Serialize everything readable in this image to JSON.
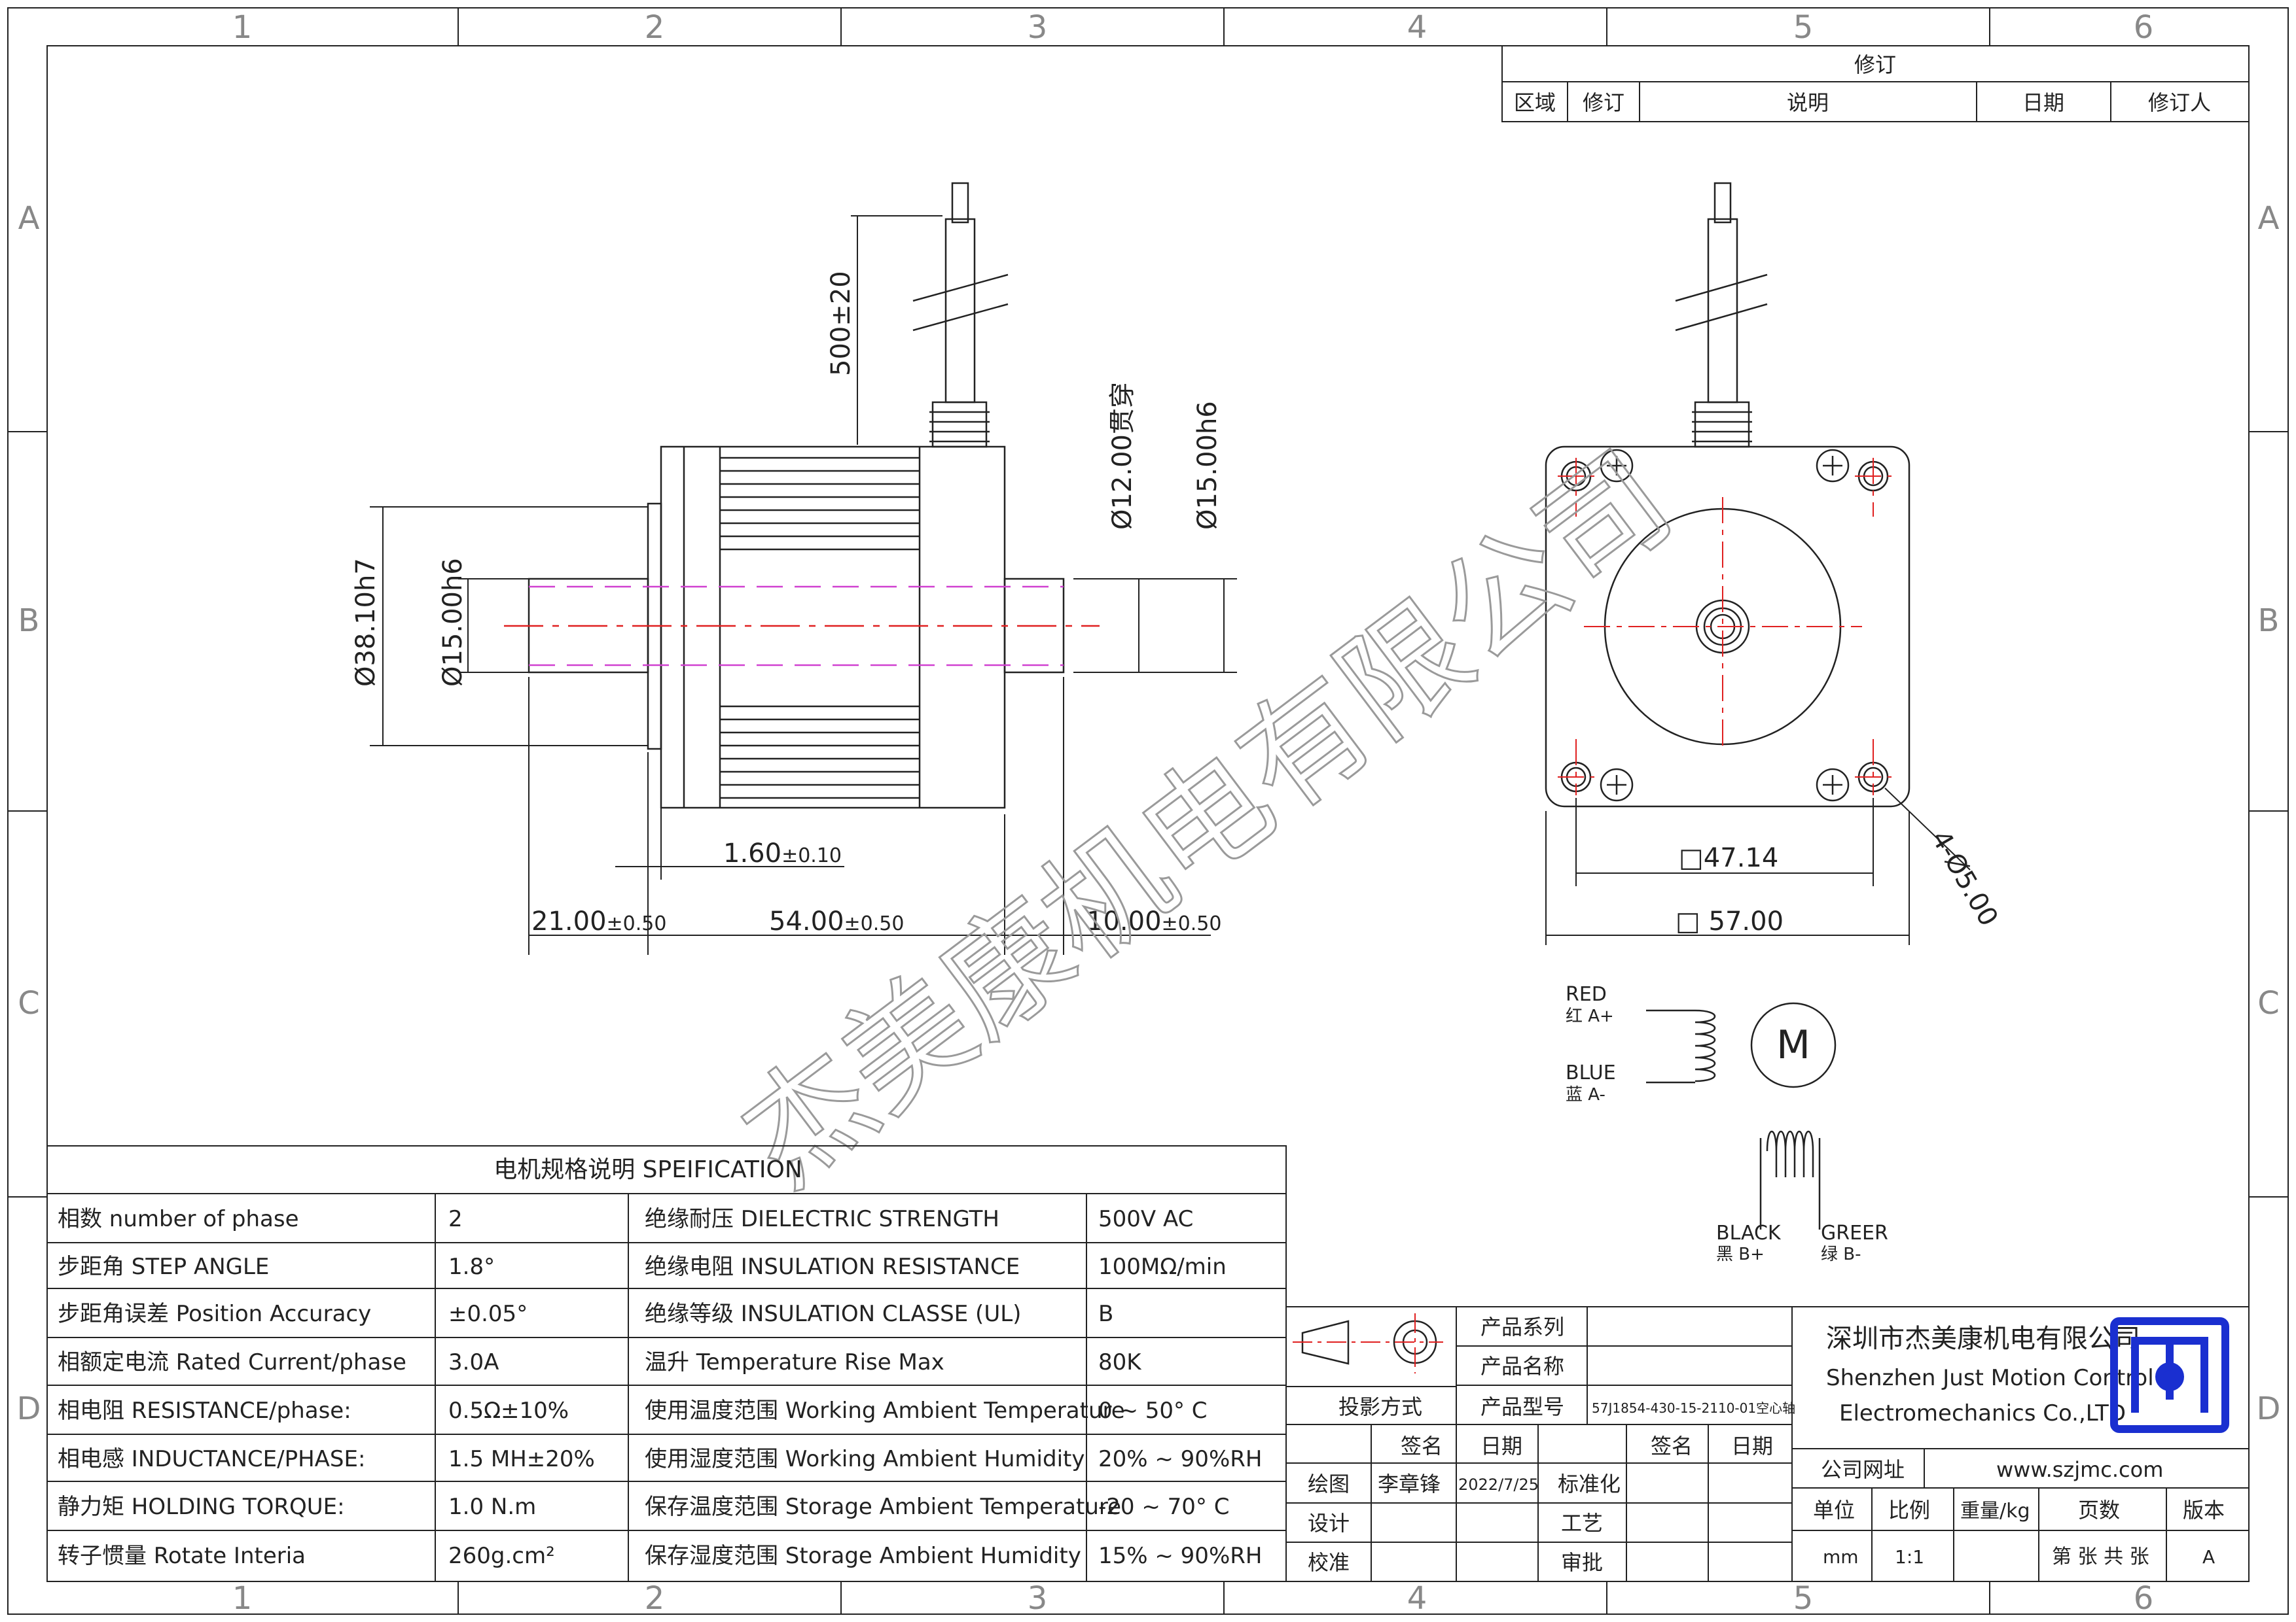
{
  "frame": {
    "col_labels": [
      "1",
      "2",
      "3",
      "4",
      "5",
      "6"
    ],
    "row_labels": [
      "A",
      "B",
      "C",
      "D"
    ]
  },
  "revision": {
    "title": "修订",
    "headers": [
      "区域",
      "修订",
      "说明",
      "日期",
      "修订人"
    ]
  },
  "dimensions": {
    "cable_length": "500±20",
    "body_diameter": "Ø38.10h7",
    "shaft_left": "Ø15.00h6",
    "bore": "Ø12.00贯穿",
    "shaft_right": "Ø15.00h6",
    "flange_thickness": "1.60",
    "flange_thickness_tol": "±0.10",
    "shaft_front_length": "21.00",
    "shaft_front_tol": "±0.50",
    "body_length": "54.00",
    "body_length_tol": "±0.50",
    "shaft_rear_length": "10.00",
    "shaft_rear_tol": "±0.50",
    "hole_spacing": "□47.14",
    "frame_size": "□ 57.00",
    "mount_holes": "4-Ø5.00"
  },
  "wiring": {
    "red_en": "RED",
    "red_cn": "红 A+",
    "blue_en": "BLUE",
    "blue_cn": "蓝 A-",
    "black_en": "BLACK",
    "black_cn": "黑 B+",
    "green_en": "GREER",
    "green_cn": "绿 B-",
    "motor_symbol": "M"
  },
  "watermark": "杰美康机电有限公司",
  "spec": {
    "title": "电机规格说明 SPEIFICATION",
    "rows": [
      {
        "label": "相数 number of phase",
        "value": "2",
        "label2": "绝缘耐压 DIELECTRIC STRENGTH",
        "value2": "500V AC"
      },
      {
        "label": "步距角 STEP ANGLE",
        "value": "1.8°",
        "label2": "绝缘电阻 INSULATION RESISTANCE",
        "value2": "100MΩ/min"
      },
      {
        "label": "步距角误差 Position Accuracy",
        "value": "±0.05°",
        "label2": "绝缘等级 INSULATION CLASSE (UL)",
        "value2": "B"
      },
      {
        "label": "相额定电流 Rated Current/phase",
        "value": "3.0A",
        "label2": "温升 Temperature Rise Max",
        "value2": "80K"
      },
      {
        "label": "相电阻 RESISTANCE/phase:",
        "value": "0.5Ω±10%",
        "label2": "使用温度范围 Working Ambient Temperature",
        "value2": "0 ~ 50° C"
      },
      {
        "label": "相电感 INDUCTANCE/PHASE:",
        "value": "1.5 MH±20%",
        "label2": "使用湿度范围 Working Ambient Humidity",
        "value2": "20% ~ 90%RH"
      },
      {
        "label": "静力矩 HOLDING TORQUE:",
        "value": "1.0 N.m",
        "label2": "保存温度范围 Storage Ambient Temperature",
        "value2": "-20 ~ 70° C"
      },
      {
        "label": "转子惯量 Rotate Interia",
        "value": "260g.cm²",
        "label2": "保存湿度范围 Storage Ambient Humidity",
        "value2": "15% ~ 90%RH"
      }
    ]
  },
  "title_block": {
    "product_series_label": "产品系列",
    "product_name_label": "产品名称",
    "product_model_label": "产品型号",
    "product_model": "57J1854-430-15-2110-01空心轴",
    "projection": "投影方式",
    "sign": "签名",
    "date": "日期",
    "sign2": "签名",
    "date2": "日期",
    "drawn": "绘图",
    "drawn_by": "李章锋",
    "drawn_date": "2022/7/25",
    "standardize": "标准化",
    "design": "设计",
    "process": "工艺",
    "check": "校准",
    "approve": "审批"
  },
  "company": {
    "name_cn": "深圳市杰美康机电有限公司",
    "name_en1": "Shenzhen Just Motion Control",
    "name_en2": "Electromechanics Co.,LTD",
    "website_label": "公司网址",
    "website": "www.szjmc.com",
    "unit_label": "单位",
    "scale_label": "比例",
    "weight_label": "重量/kg",
    "pages_label": "页数",
    "version_label": "版本",
    "unit": "mm",
    "scale": "1:1",
    "pages": "第 张 共 张",
    "version": "A"
  },
  "colors": {
    "line": "#222222",
    "center": "#e02020",
    "hidden": "#d040d0",
    "logo": "#1a2fd0"
  }
}
